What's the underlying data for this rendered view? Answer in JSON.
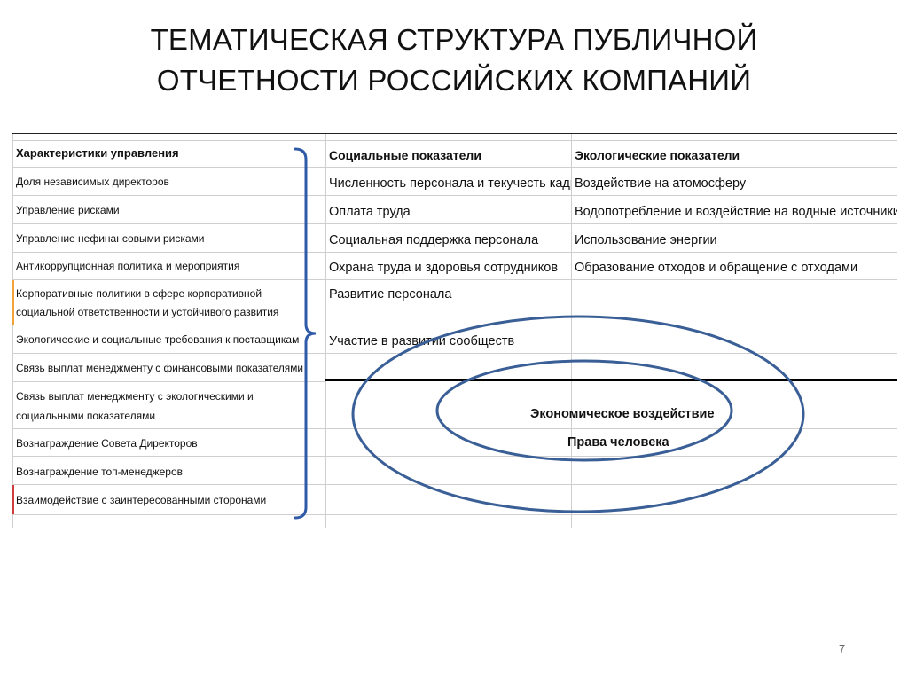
{
  "slide": {
    "title_line1": "ТЕМАТИЧЕСКАЯ СТРУКТУРА ПУБЛИЧНОЙ",
    "title_line2": "ОТЧЕТНОСТИ РОССИЙСКИХ КОМПАНИЙ",
    "page_number": "7"
  },
  "table": {
    "governance": {
      "header": "Характеристики управления",
      "rows": [
        "Доля независимых директоров",
        "Управление рисками",
        "Управление нефинансовыми рисками",
        "Антикоррупционная политика и мероприятия",
        "Корпоративные политики в сфере корпоративной социальной ответственности и устойчивого развития",
        "Экологические  и социальные требования к поставщикам",
        "Связь выплат менеджменту с финансовыми показателями",
        "Связь выплат менеджменту с экологическими и социальными показателями",
        "Вознаграждение Совета Директоров",
        "Вознаграждение топ-менеджеров",
        "Взаимодействие с заинтересованными сторонами"
      ]
    },
    "social": {
      "header": "Социальные показатели",
      "rows": [
        "Численность персонала и текучесть кадров",
        "Оплата труда",
        "Социальная поддержка персонала",
        "Охрана труда и здоровья сотрудников",
        "Развитие персонала",
        "Участие в развитии сообществ"
      ]
    },
    "environmental": {
      "header": "Экологические показатели",
      "rows": [
        "Воздействие на атомосферу",
        "Водопотребление и воздействие на водные источники",
        "Использование энергии",
        "Образование отходов и обращение с отходами"
      ]
    },
    "highlighted": {
      "economic": "Экономическое воздействие",
      "human_rights": "Права человека"
    }
  },
  "colors": {
    "bracket": "#2e5aa8",
    "ovals": "#3a5f97",
    "grid": "#cfcfcf",
    "row_marker_orange": "#f2a23a",
    "row_marker_red": "#d23c3c"
  }
}
